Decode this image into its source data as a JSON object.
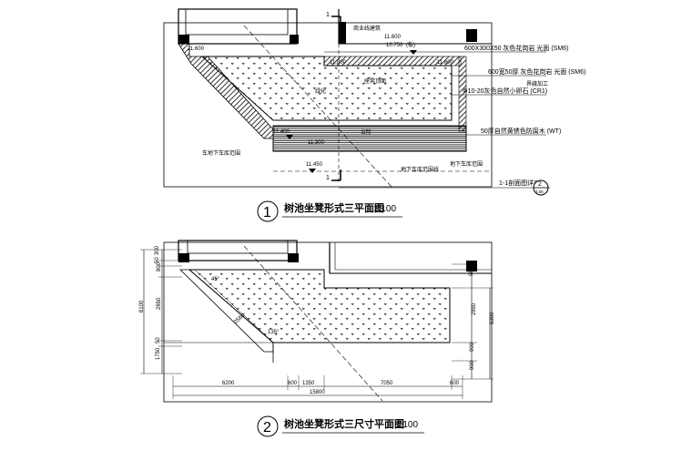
{
  "plan1": {
    "badge": "1",
    "title": "树池坐凳形式三平面图",
    "scale": "1:100",
    "section_mark": "1",
    "level_upper": "11.600",
    "level_upper_sub": "10.750",
    "level_upper_sub_note": "(板)",
    "level_upper_right": "11.600",
    "level_left": "11.600",
    "level_mid": "11.800",
    "level_step1": "11.400",
    "level_step2": "11.300",
    "level_bottom": "11.450",
    "labels": {
      "top_edge": "商业线建筑",
      "planting": "绿化",
      "bench_top": "座凳顶面",
      "step_area": "台阶",
      "basement_left": "车地下车库范围",
      "basement_line": "地下车库范围线",
      "basement_right": "地下车库范围"
    },
    "callouts": [
      "600X300X50 灰色花岗岩 光面 (SM6)",
      "600宽50厚 灰色花岗岩 光面 (SM6)",
      "界缝加工",
      "Φ10-20灰色自然小卵石 (CR1)",
      "50厚自然黄锈色防腐木 (WT)"
    ],
    "section_ref": "1-1剖面图详SY",
    "detail_num": "2",
    "detail_sheet": "3.06"
  },
  "plan2": {
    "badge": "2",
    "title": "树池坐凳形式三尺寸平面图",
    "scale": "1:100",
    "left_dims": [
      "300",
      "50",
      "800",
      "2850",
      "50",
      "1750"
    ],
    "left_total": "6100",
    "right_dims": [
      "900",
      "2850",
      "900",
      "900"
    ],
    "right_total": "5300",
    "bottom_dims": [
      "6200",
      "600",
      "1350",
      "7050",
      "600"
    ],
    "bottom_total": "15800",
    "angle1": "45°",
    "angle2": "135°",
    "diag_dim": "2580"
  }
}
